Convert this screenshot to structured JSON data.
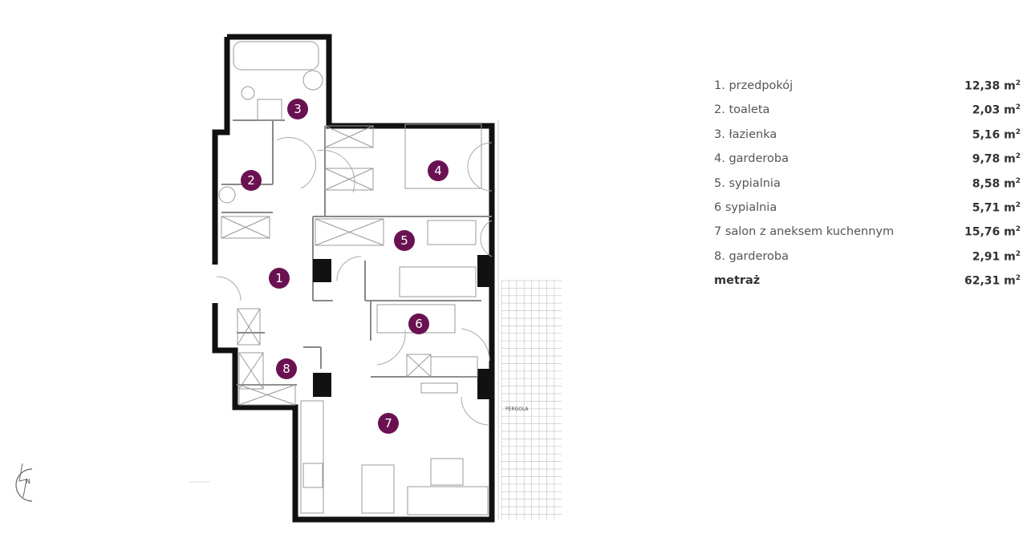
{
  "plan": {
    "accent_color": "#6a1251",
    "rooms": [
      {
        "number": "1"
      },
      {
        "number": "2"
      },
      {
        "number": "3"
      },
      {
        "number": "4"
      },
      {
        "number": "5"
      },
      {
        "number": "6"
      },
      {
        "number": "7"
      },
      {
        "number": "8"
      }
    ],
    "terrace_label": "PERGOLA",
    "compass_label": "N"
  },
  "legend": {
    "unit": "m",
    "unit_exp": "2",
    "items": [
      {
        "name": "1. przedpokój",
        "area": "12,38"
      },
      {
        "name": "2. toaleta",
        "area": "2,03"
      },
      {
        "name": "3. łazienka",
        "area": "5,16"
      },
      {
        "name": "4. garderoba",
        "area": "9,78"
      },
      {
        "name": "5. sypialnia",
        "area": "8,58"
      },
      {
        "name": "6 sypialnia",
        "area": "5,71"
      },
      {
        "name": "7 salon z aneksem kuchennym",
        "area": "15,76"
      },
      {
        "name": "8. garderoba",
        "area": "2,91"
      }
    ],
    "total": {
      "name": "metraż",
      "area": "62,31"
    }
  }
}
